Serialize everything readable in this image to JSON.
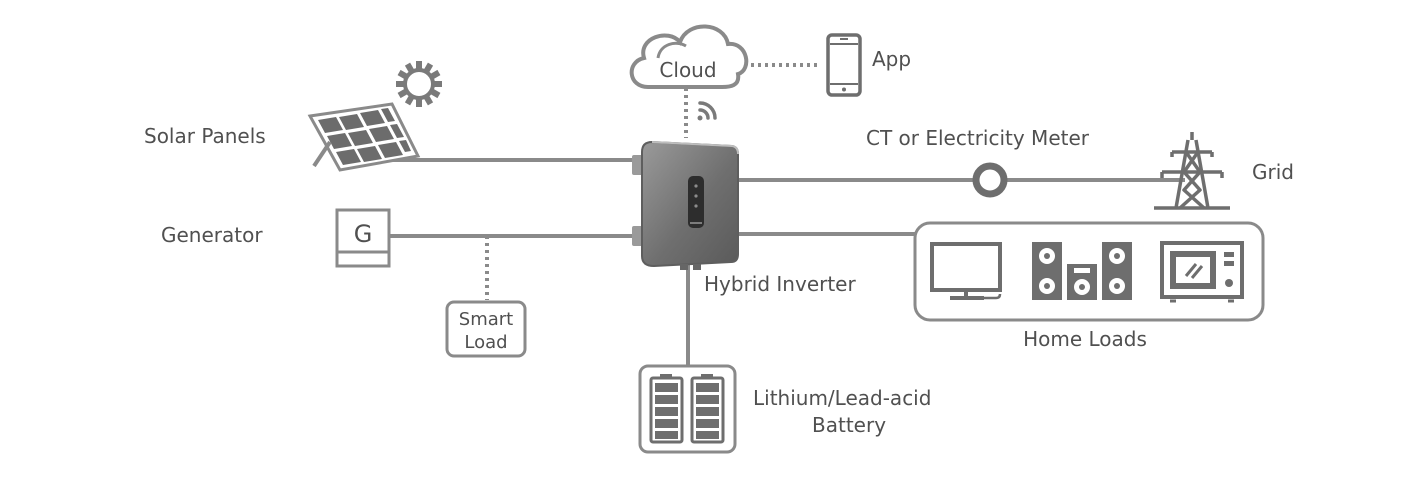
{
  "labels": {
    "cloud": "Cloud",
    "app": "App",
    "solar_panels": "Solar Panels",
    "ct_meter": "CT or Electricity Meter",
    "grid": "Grid",
    "generator": "Generator",
    "generator_letter": "G",
    "hybrid_inverter": "Hybrid Inverter",
    "smart_load_line1": "Smart",
    "smart_load_line2": "Load",
    "home_loads": "Home Loads",
    "battery_line1": "Lithium/Lead-acid",
    "battery_line2": "Battery"
  },
  "colors": {
    "line": "#8a8a8a",
    "icon": "#6e6e6e",
    "text": "#505050",
    "inverter_body": "#7c7c7c"
  }
}
